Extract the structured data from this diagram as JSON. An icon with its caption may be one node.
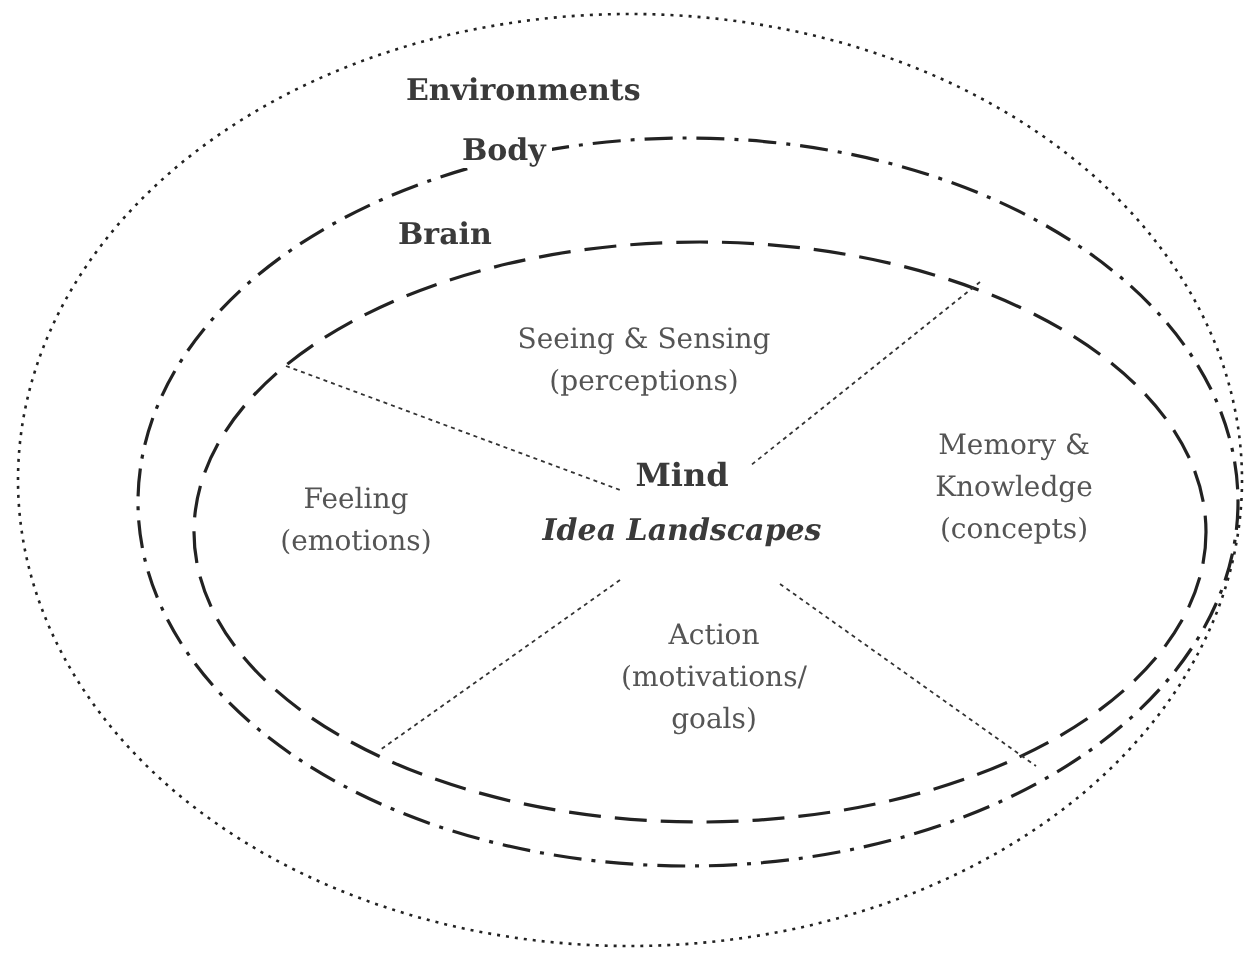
{
  "diagram": {
    "nodes": [
      {
        "text": [
          "Environments"
        ]
      },
      {
        "text": [
          "Body"
        ],
        "in": 0
      },
      {
        "text": [
          "Brain"
        ],
        "in": 1
      }
    ],
    "labels": [
      "Seeing & Sensing (perceptions)",
      "Feeling (emotions)",
      "Mind",
      "Idea Landscapes",
      "Memory & Knowledge (concepts)",
      "Action (motivations/ goals)"
    ]
  }
}
